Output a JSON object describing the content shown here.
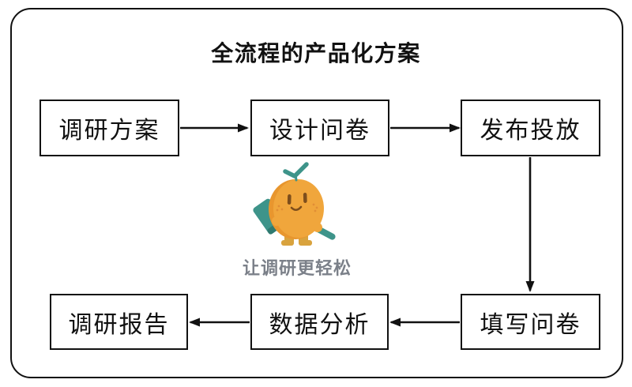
{
  "title": "全流程的产品化方案",
  "flow": {
    "nodes": [
      {
        "id": "research-plan",
        "label": "调研方案"
      },
      {
        "id": "design-survey",
        "label": "设计问卷"
      },
      {
        "id": "publish-distribute",
        "label": "发布投放"
      },
      {
        "id": "fill-survey",
        "label": "填写问卷"
      },
      {
        "id": "data-analysis",
        "label": "数据分析"
      },
      {
        "id": "research-report",
        "label": "调研报告"
      }
    ],
    "connections": [
      {
        "from": "调研方案",
        "to": "设计问卷"
      },
      {
        "from": "设计问卷",
        "to": "发布投放"
      },
      {
        "from": "发布投放",
        "to": "填写问卷"
      },
      {
        "from": "填写问卷",
        "to": "数据分析"
      },
      {
        "from": "数据分析",
        "to": "调研报告"
      }
    ]
  },
  "mascot": {
    "description": "orange-fruit-character-with-sprout-clipboard-and-pencil",
    "tagline": "让调研更轻松"
  },
  "colors": {
    "line": "#111111",
    "background": "#FFFFFF",
    "mascot_body": "#F0A63C",
    "mascot_body_shade": "#E8962E",
    "mascot_teal": "#3E948A",
    "mascot_teal_dark": "#2F7A70",
    "mascot_boots": "#D9A33E",
    "mascot_face": "#7D4E1C",
    "tagline_text": "#7B8089"
  }
}
